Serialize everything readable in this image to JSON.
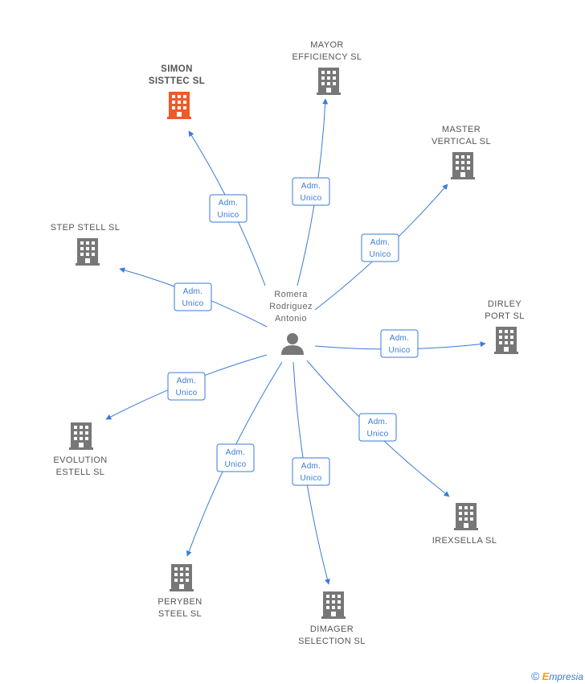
{
  "person": {
    "name_lines": [
      "Romera",
      "Rodriguez",
      "Antonio"
    ],
    "icon": "person-icon"
  },
  "companies": [
    {
      "id": "simon",
      "lines": [
        "SIMON",
        "SISTTEC SL"
      ],
      "highlight": true,
      "icon": "building-icon",
      "color": "#f0592a"
    },
    {
      "id": "mayor",
      "lines": [
        "MAYOR",
        "EFFICIENCY SL"
      ],
      "highlight": false,
      "icon": "building-icon",
      "color": "#777777"
    },
    {
      "id": "master",
      "lines": [
        "MASTER",
        "VERTICAL SL"
      ],
      "highlight": false,
      "icon": "building-icon",
      "color": "#777777"
    },
    {
      "id": "step",
      "lines": [
        "STEP STELL SL"
      ],
      "highlight": false,
      "icon": "building-icon",
      "color": "#777777"
    },
    {
      "id": "dirley",
      "lines": [
        "DIRLEY",
        "PORT SL"
      ],
      "highlight": false,
      "icon": "building-icon",
      "color": "#777777"
    },
    {
      "id": "evolution",
      "lines": [
        "EVOLUTION",
        "ESTELL SL"
      ],
      "highlight": false,
      "icon": "building-icon",
      "color": "#777777"
    },
    {
      "id": "irexsella",
      "lines": [
        "IREXSELLA SL"
      ],
      "highlight": false,
      "icon": "building-icon",
      "color": "#777777"
    },
    {
      "id": "peryben",
      "lines": [
        "PERYBEN",
        "STEEL SL"
      ],
      "highlight": false,
      "icon": "building-icon",
      "color": "#777777"
    },
    {
      "id": "dimager",
      "lines": [
        "DIMAGER",
        "SELECTION SL"
      ],
      "highlight": false,
      "icon": "building-icon",
      "color": "#777777"
    }
  ],
  "relation_label": [
    "Adm.",
    "Unico"
  ],
  "footer": {
    "copyright": "©",
    "brand_initial": "E",
    "brand_rest": "mpresia"
  },
  "colors": {
    "edge": "#3a7bd5",
    "highlight": "#f0592a",
    "building": "#777777",
    "person": "#777777"
  }
}
